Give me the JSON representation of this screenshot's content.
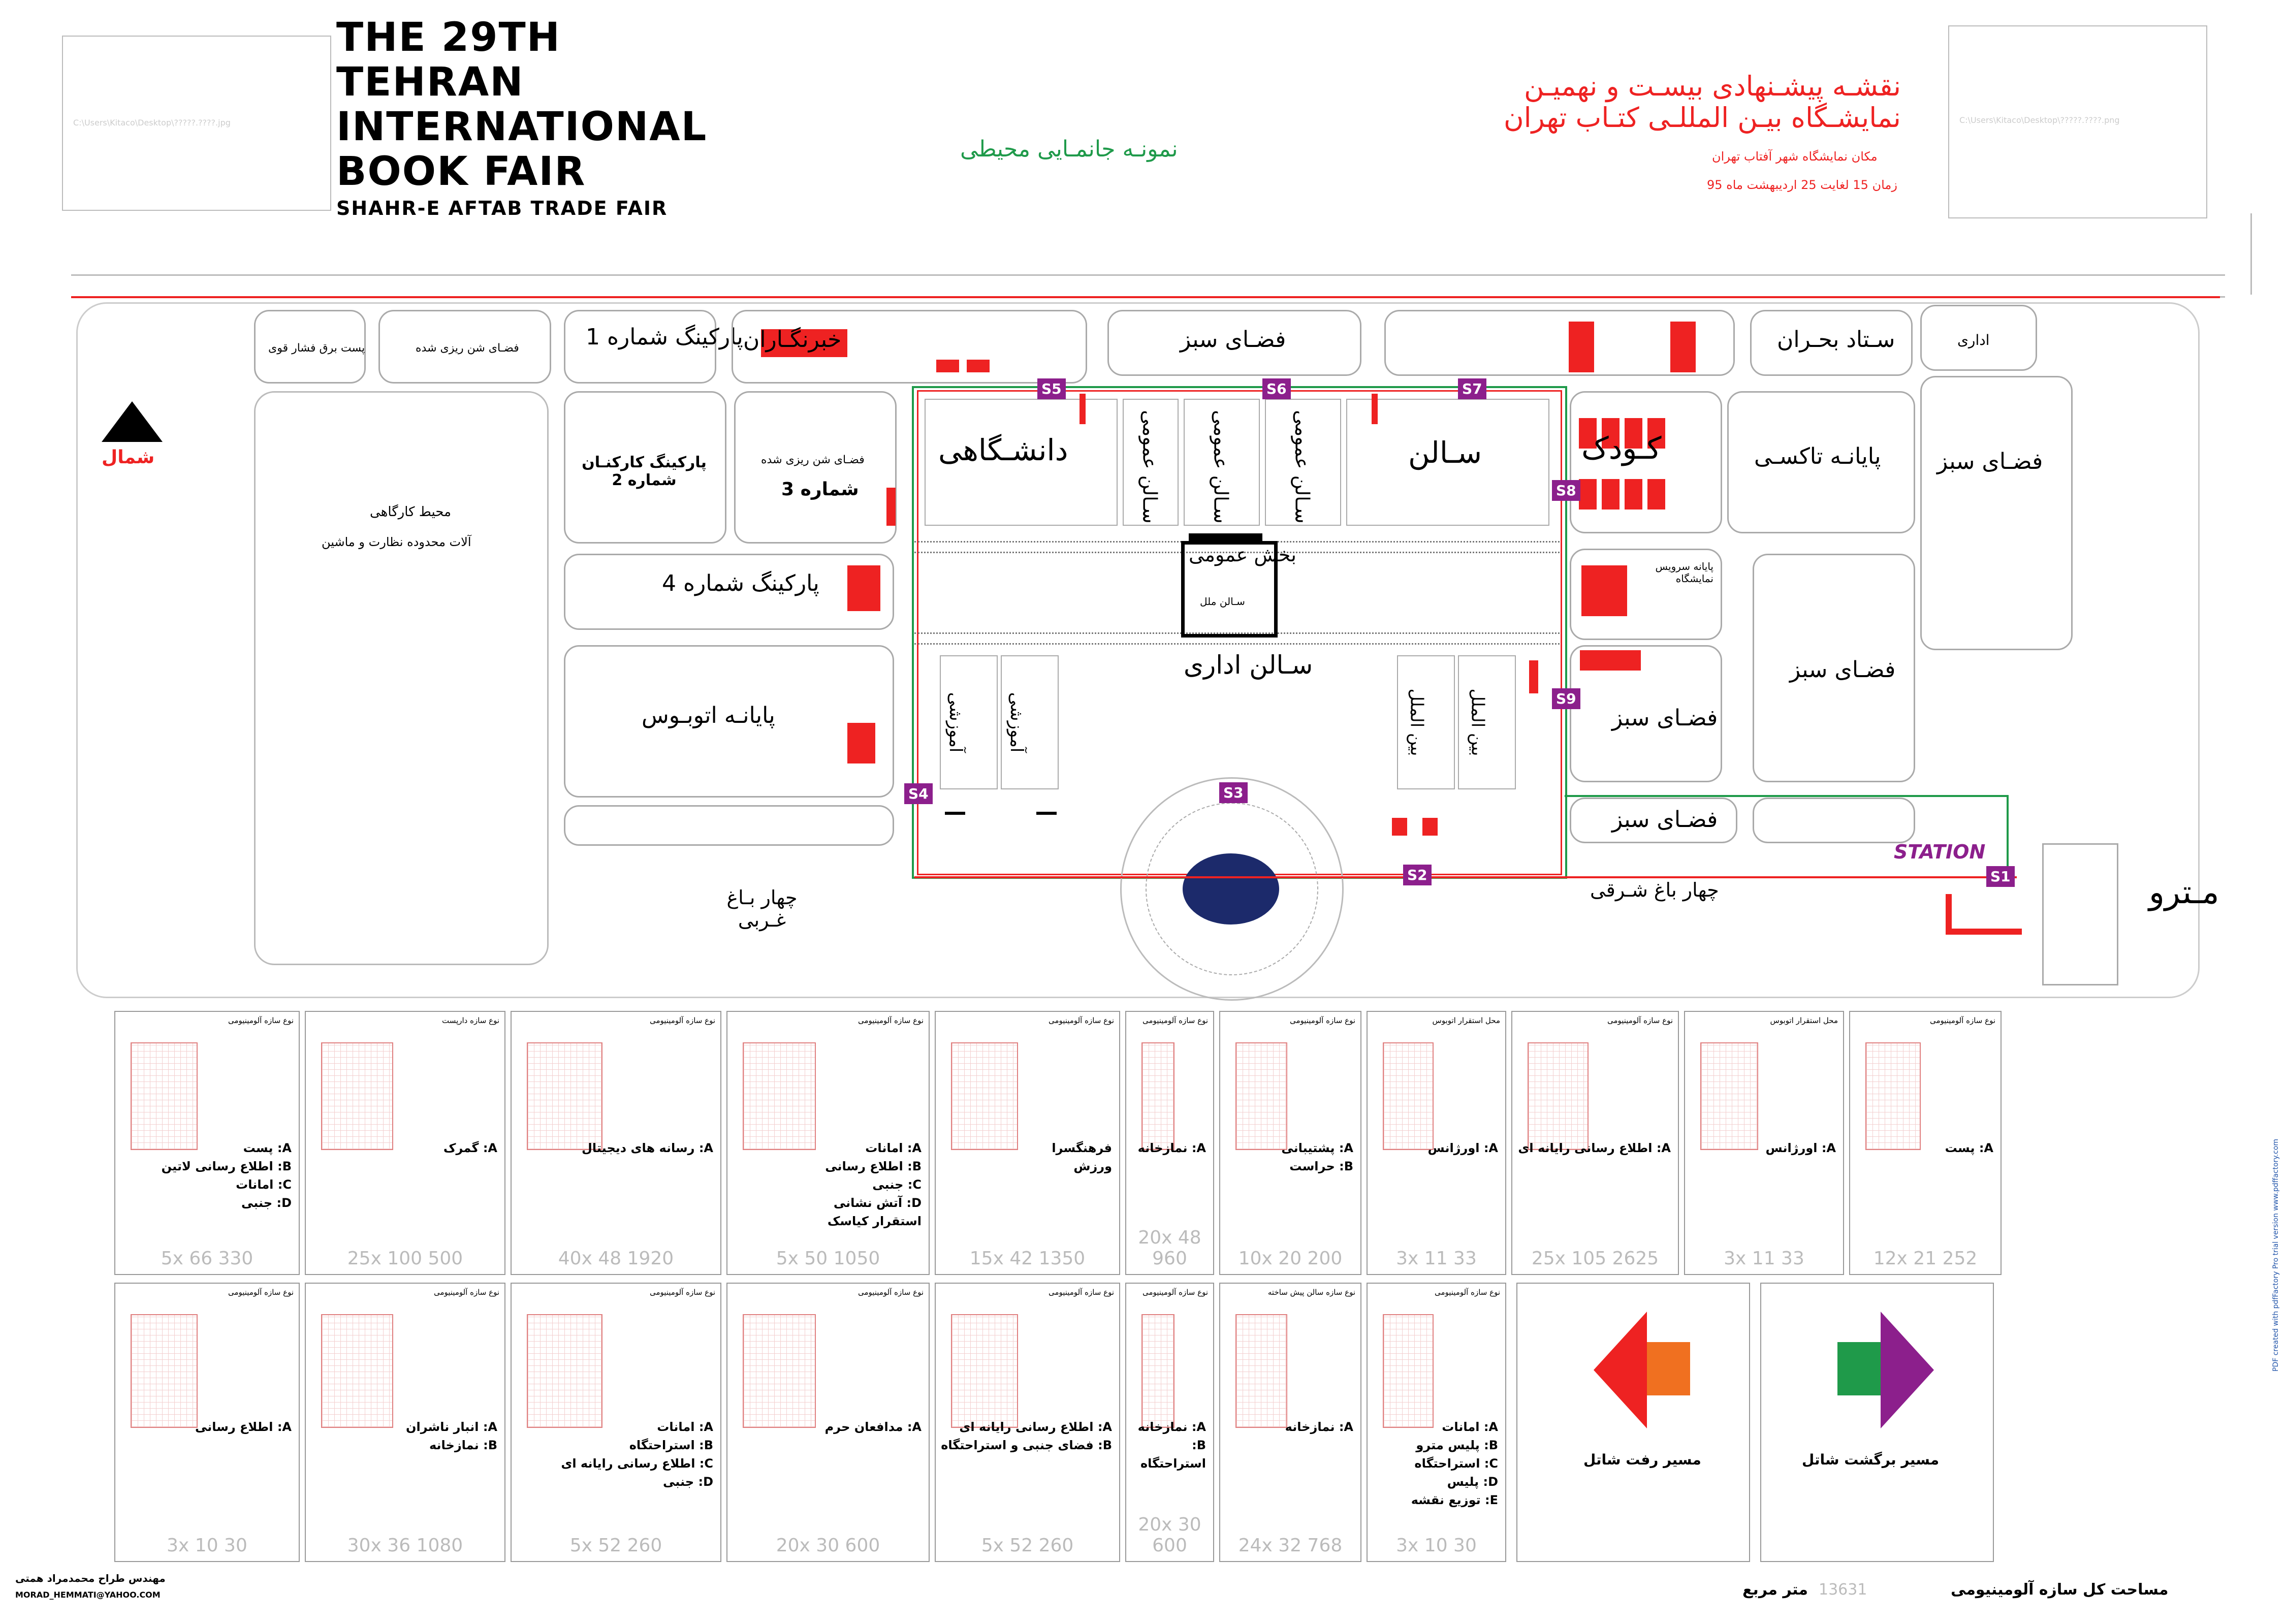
{
  "header": {
    "title_lines": [
      "THE 29TH",
      "TEHRAN",
      "INTERNATIONAL",
      "BOOK FAIR"
    ],
    "subtitle": "SHAHR-E AFTAB TRADE FAIR",
    "placeholder_left": "C:\\Users\\Kitaco\\Desktop\\?????.????.jpg",
    "placeholder_right": "C:\\Users\\Kitaco\\Desktop\\?????.????.png",
    "green_title": "نمونـه جانمـایی محیطی",
    "red_title_1": "نقشـه پیشـنهادی بیسـت و نهمیـن",
    "red_title_2": "نمایشـگاه بیـن المللـی کتـاب تهران",
    "location_line": "مکان نمایشگاه شهر آفتاب تهران",
    "date_line": "زمان 15 لغایت 25 اردیبهشت ماه 95"
  },
  "map": {
    "north_label": "شمال",
    "labels": {
      "parking_1": "پارکینگ شماره 1",
      "press": "خبرنگـاران",
      "green_top": "فضـای سبز",
      "crisis_hq": "سـتاد بحـران",
      "admin_right": "اداری",
      "university": "دانشـگاهی",
      "general_1": "سـالن عمومی",
      "general_2": "سـالن عمومی",
      "general_3": "سـالن عمومی",
      "hall": "سـالن",
      "children": "کـودک",
      "taxi": "پایانـه تاکسـی",
      "green_right": "فضـای سبز",
      "staff_parking": "پارکینگ کارکنـان شماره 2",
      "soil_test": "فضـای شن ریزی شده",
      "parking_3": "شماره 3",
      "parking_4": "پارکینگ شماره 4",
      "general_section": "بخش عمومی",
      "nations_hall": "سـالن ملل",
      "admin_hall": "سـالن اداری",
      "bus_terminal": "پایانـه اتوبـوس",
      "service_terminal": "پایانه سرویس نمایشگاه",
      "green_mid": "فضـای سبز",
      "green_mid2": "فضـای سبز",
      "green_bottom": "فضـای سبز",
      "intl_1": "بین الملل",
      "intl_2": "بین الملل",
      "education_1": "آموزشی",
      "education_2": "آموزشی",
      "workshop": "محیط کارگاهی",
      "machines": "آلات محدوده نظارت و ماشین",
      "west_garden": "چهار بـاغ غـربی",
      "east_garden": "چهار باغ شـرقی",
      "metro": "مـترو",
      "station": "STATION",
      "post": "پست برق فشار قوی"
    },
    "tags": [
      "S1",
      "S2",
      "S3",
      "S4",
      "S5",
      "S6",
      "S7",
      "S8",
      "S9"
    ]
  },
  "panels_row1": [
    {
      "head": "نوع سازه آلومینیومی",
      "items": [
        "A: پست",
        "B: اطلاع رسانی لاتین",
        "C: امانات",
        "D: جنبی"
      ],
      "foot": "5x 66 330"
    },
    {
      "head": "نوع سازه دارپست",
      "items": [
        "A: گمرک"
      ],
      "foot": "25x 100 500"
    },
    {
      "head": "نوع سازه آلومینیومی",
      "items": [
        "A: رسانه های دیجیتال"
      ],
      "foot": "40x 48 1920"
    },
    {
      "head": "نوع سازه آلومینیومی",
      "items": [
        "A: امانات",
        "B: اطلاع رسانی",
        "C: جنبی",
        "D: آتش نشانی",
        "استقرار کیاسک"
      ],
      "foot": "5x 50 1050"
    },
    {
      "head": "نوع سازه آلومینیومی",
      "items": [
        "فرهنگسرا",
        "ورزش"
      ],
      "foot": "15x 42 1350"
    },
    {
      "head": "نوع سازه آلومینیومی",
      "items": [
        "A: نمازخانه"
      ],
      "foot": "20x 48 960"
    },
    {
      "head": "نوع سازه آلومینیومی",
      "items": [
        "A: پشتیبانی",
        "B: حراست"
      ],
      "foot": "10x 20 200"
    },
    {
      "head": "محل استقرار اتوبوس",
      "items": [
        "A: اورژانس"
      ],
      "foot": "3x 11 33"
    },
    {
      "head": "نوع سازه آلومینیومی",
      "items": [
        "A: اطلاع رسانی رایانه ای"
      ],
      "foot": "25x 105 2625"
    },
    {
      "head": "محل استقرار اتوبوس",
      "items": [
        "A: اورژانس"
      ],
      "foot": "3x 11 33"
    },
    {
      "head": "نوع سازه آلومینیومی",
      "items": [
        "A: پست"
      ],
      "foot": "12x 21 252"
    }
  ],
  "panels_row2": [
    {
      "head": "نوع سازه آلومینیومی",
      "items": [
        "A: اطلاع رسانی"
      ],
      "foot": "3x 10 30"
    },
    {
      "head": "نوع سازه آلومینیومی",
      "items": [
        "A: انبار ناشران",
        "B: نمازخانه"
      ],
      "foot": "30x 36 1080"
    },
    {
      "head": "نوع سازه آلومینیومی",
      "items": [
        "A: امانات",
        "B: استراحتگاه",
        "C: اطلاع رسانی رایانه ای",
        "D: جنبی"
      ],
      "foot": "5x 52 260"
    },
    {
      "head": "نوع سازه آلومینیومی",
      "items": [
        "A: مدافعان حرم"
      ],
      "foot": "20x 30 600"
    },
    {
      "head": "نوع سازه آلومینیومی",
      "items": [
        "A: اطلاع رسانی رایانه ای",
        "B: فضای جنبی و استراحتگاه"
      ],
      "foot": "5x 52 260"
    },
    {
      "head": "نوع سازه آلومینیومی",
      "items": [
        "A: نمازخانه",
        "B: استراحتگاه"
      ],
      "foot": "20x 30 600"
    },
    {
      "head": "نوع سازه سالن پیش ساخته",
      "items": [
        "A: نمازخانه"
      ],
      "foot": "24x 32 768"
    },
    {
      "head": "نوع سازه آلومینیومی",
      "items": [
        "A: امانات",
        "B: پلیس مترو",
        "C: استراحتگاه",
        "D: پلیس",
        "E: توزیع نقشه"
      ],
      "foot": "3x 10 30"
    }
  ],
  "legend": {
    "outbound": "مسیر رفت شاتل",
    "return": "مسیر برگشت شاتل"
  },
  "footer": {
    "designer": "مهندس طراح محمدمراد همتی",
    "email": "MORAD_HEMMATI@YAHOO.COM",
    "total_label": "مساحت کل سازه آلومینیومی",
    "total_value": "13631",
    "unit": "متر مربع",
    "watermark": "PDF created with pdfFactory Pro trial version www.pdffactory.com"
  },
  "colors": {
    "red": "#ee2222",
    "purple": "#8c1f8c",
    "green": "#1f9a4a",
    "navy": "#1c2a6b",
    "orange": "#f07020"
  }
}
